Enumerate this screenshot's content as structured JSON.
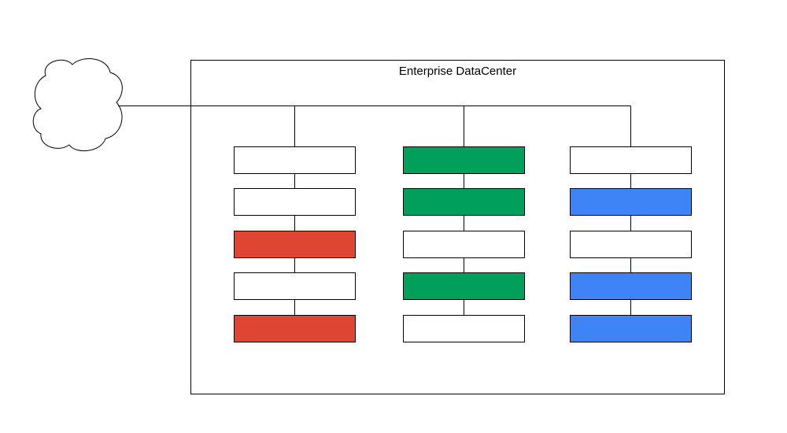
{
  "datacenter": {
    "title": "Enterprise DataCenter"
  },
  "internet": {
    "icon": "cloud-icon"
  },
  "colors": {
    "empty": "#ffffff",
    "red": "#de4533",
    "green": "#00a05a",
    "blue": "#3f84f7",
    "line": "#000000"
  },
  "racks": [
    {
      "name": "rack-left",
      "servers": [
        "empty",
        "empty",
        "red",
        "empty",
        "red"
      ]
    },
    {
      "name": "rack-middle",
      "servers": [
        "green",
        "green",
        "empty",
        "green",
        "empty"
      ]
    },
    {
      "name": "rack-right",
      "servers": [
        "empty",
        "blue",
        "empty",
        "blue",
        "blue"
      ]
    }
  ]
}
